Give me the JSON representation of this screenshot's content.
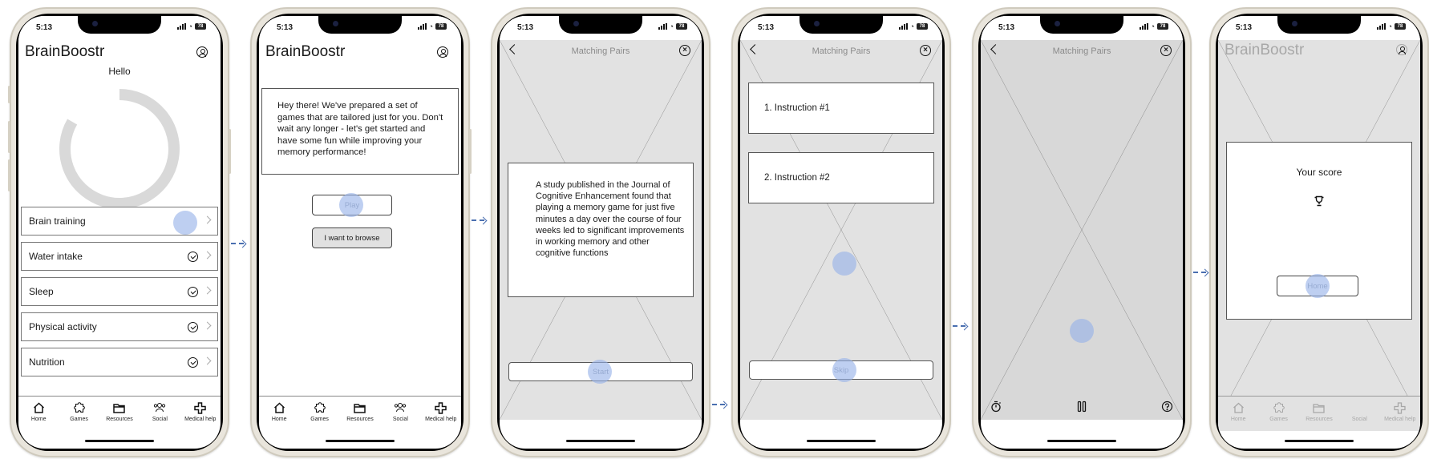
{
  "status_bar": {
    "time": "5:13",
    "battery": "78",
    "signal_icon": "cellular-signal-icon",
    "wifi_icon": "wifi-icon"
  },
  "app": {
    "title": "BrainBoostr"
  },
  "bottom_nav": [
    {
      "label": "Home",
      "icon": "home-icon"
    },
    {
      "label": "Games",
      "icon": "puzzle-icon"
    },
    {
      "label": "Resources",
      "icon": "folder-icon"
    },
    {
      "label": "Social",
      "icon": "people-icon"
    },
    {
      "label": "Medical help",
      "icon": "medical-cross-icon"
    }
  ],
  "screen1": {
    "greeting": "Hello",
    "progress_ring": {
      "color": "#d9d9d9",
      "gap_start_deg": 300,
      "gap_end_deg": 360
    },
    "items": [
      {
        "label": "Brain training",
        "completed": false
      },
      {
        "label": "Water intake",
        "completed": true
      },
      {
        "label": "Sleep",
        "completed": true
      },
      {
        "label": "Physical activity",
        "completed": true
      },
      {
        "label": "Nutrition",
        "completed": true
      }
    ]
  },
  "screen2": {
    "intro": "Hey there! We've prepared a set of games that are tailored just for you. Don't wait any longer - let's get started and have some fun while improving your memory performance!",
    "play_label": "Play",
    "browse_label": "I want to browse"
  },
  "screen3": {
    "title": "Matching Pairs",
    "fact": "A study published in the Journal of Cognitive Enhancement found that playing a memory game for just five minutes a day over the course of four weeks led to significant improvements in working memory and other cognitive functions",
    "start_label": "Start"
  },
  "screen4": {
    "title": "Matching Pairs",
    "instructions": [
      "1. Instruction #1",
      "2. Instruction #2"
    ],
    "skip_label": "Skip"
  },
  "screen5": {
    "title": "Matching Pairs",
    "controls": [
      "timer-icon",
      "pause-icon",
      "help-icon"
    ]
  },
  "screen6": {
    "score_title": "Your score",
    "score_icon": "trophy-icon",
    "home_label": "Home"
  },
  "colors": {
    "tap_indicator": "#96b2e8",
    "flow_arrow": "#4a6fb0",
    "wireframe_bg": "#e2e2e2",
    "frame": "#e9e5dc"
  }
}
